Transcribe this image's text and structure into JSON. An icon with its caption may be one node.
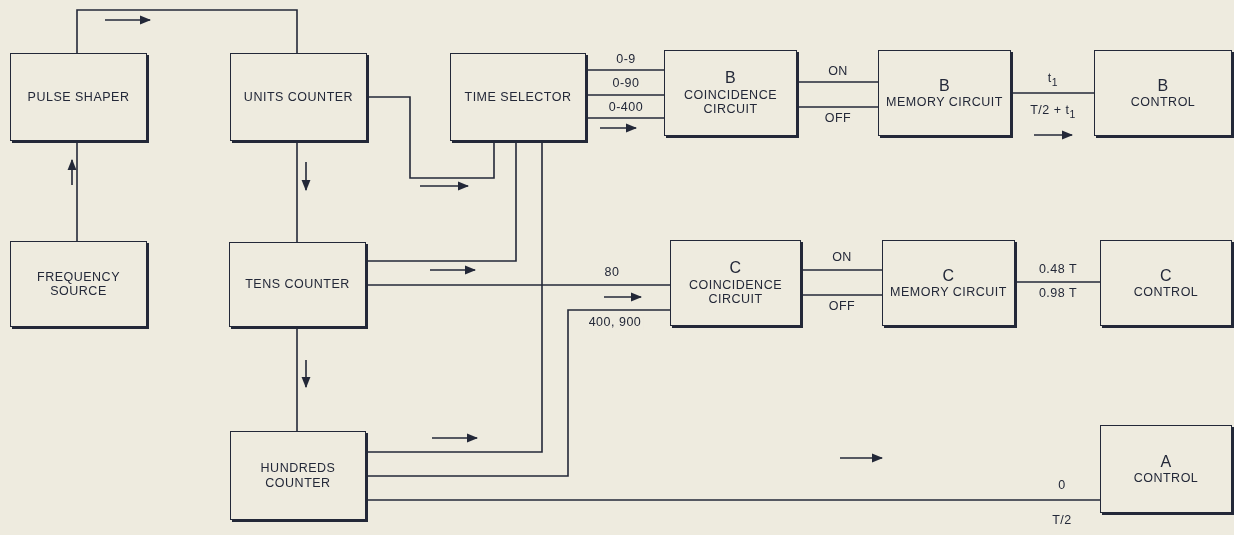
{
  "diagram": {
    "nodes": [
      {
        "text": [
          "PULSE SHAPER"
        ]
      },
      {
        "text": [
          "UNITS COUNTER"
        ]
      },
      {
        "text": [
          "TIME SELECTOR"
        ]
      },
      {
        "text": [
          "B",
          "COINCIDENCE CIRCUIT"
        ]
      },
      {
        "text": [
          "B",
          "MEMORY CIRCUIT"
        ]
      },
      {
        "text": [
          "B",
          "CONTROL"
        ]
      },
      {
        "text": [
          "FREQUENCY SOURCE"
        ]
      },
      {
        "text": [
          "TENS COUNTER"
        ]
      },
      {
        "text": [
          "C",
          "COINCIDENCE CIRCUIT"
        ]
      },
      {
        "text": [
          "C",
          "MEMORY CIRCUIT"
        ]
      },
      {
        "text": [
          "C",
          "CONTROL"
        ]
      },
      {
        "text": [
          "HUNDREDS COUNTER"
        ]
      },
      {
        "text": [
          "A",
          "CONTROL"
        ]
      }
    ],
    "edges": [
      {
        "from": 6,
        "to": 0,
        "arrow": "none"
      },
      {
        "from": 0,
        "to": 1,
        "arrow": "none"
      },
      {
        "from": 1,
        "to": 2,
        "arrow": "none"
      },
      {
        "from": 1,
        "to": 7,
        "arrow": "none"
      },
      {
        "from": 7,
        "to": 2,
        "arrow": "none"
      },
      {
        "from": 7,
        "to": 8,
        "arrow": "none",
        "label": "80"
      },
      {
        "from": 7,
        "to": 11,
        "arrow": "none"
      },
      {
        "from": 11,
        "to": 2,
        "arrow": "none"
      },
      {
        "from": 11,
        "to": 8,
        "arrow": "none",
        "label": "400, 900"
      },
      {
        "from": 11,
        "to": 12,
        "arrow": "none",
        "label": "0"
      },
      {
        "from": 2,
        "to": 3,
        "arrow": "none",
        "label": "0-9"
      },
      {
        "from": 2,
        "to": 3,
        "arrow": "none",
        "label": "0-90"
      },
      {
        "from": 2,
        "to": 3,
        "arrow": "none",
        "label": "0-400"
      },
      {
        "from": 3,
        "to": 4,
        "arrow": "none",
        "label": "ON"
      },
      {
        "from": 3,
        "to": 4,
        "arrow": "none",
        "label": "OFF"
      },
      {
        "from": 4,
        "to": 5,
        "arrow": "none",
        "label": "t$_{1}$"
      },
      {
        "from": 8,
        "to": 9,
        "arrow": "none",
        "label": "ON"
      },
      {
        "from": 8,
        "to": 9,
        "arrow": "none",
        "label": "OFF"
      },
      {
        "from": 9,
        "to": 10,
        "arrow": "none",
        "label": "0.48 T"
      }
    ],
    "labels": [
      "T/2 + t$_{1}$",
      "0.98 T",
      "T/2"
    ]
  }
}
